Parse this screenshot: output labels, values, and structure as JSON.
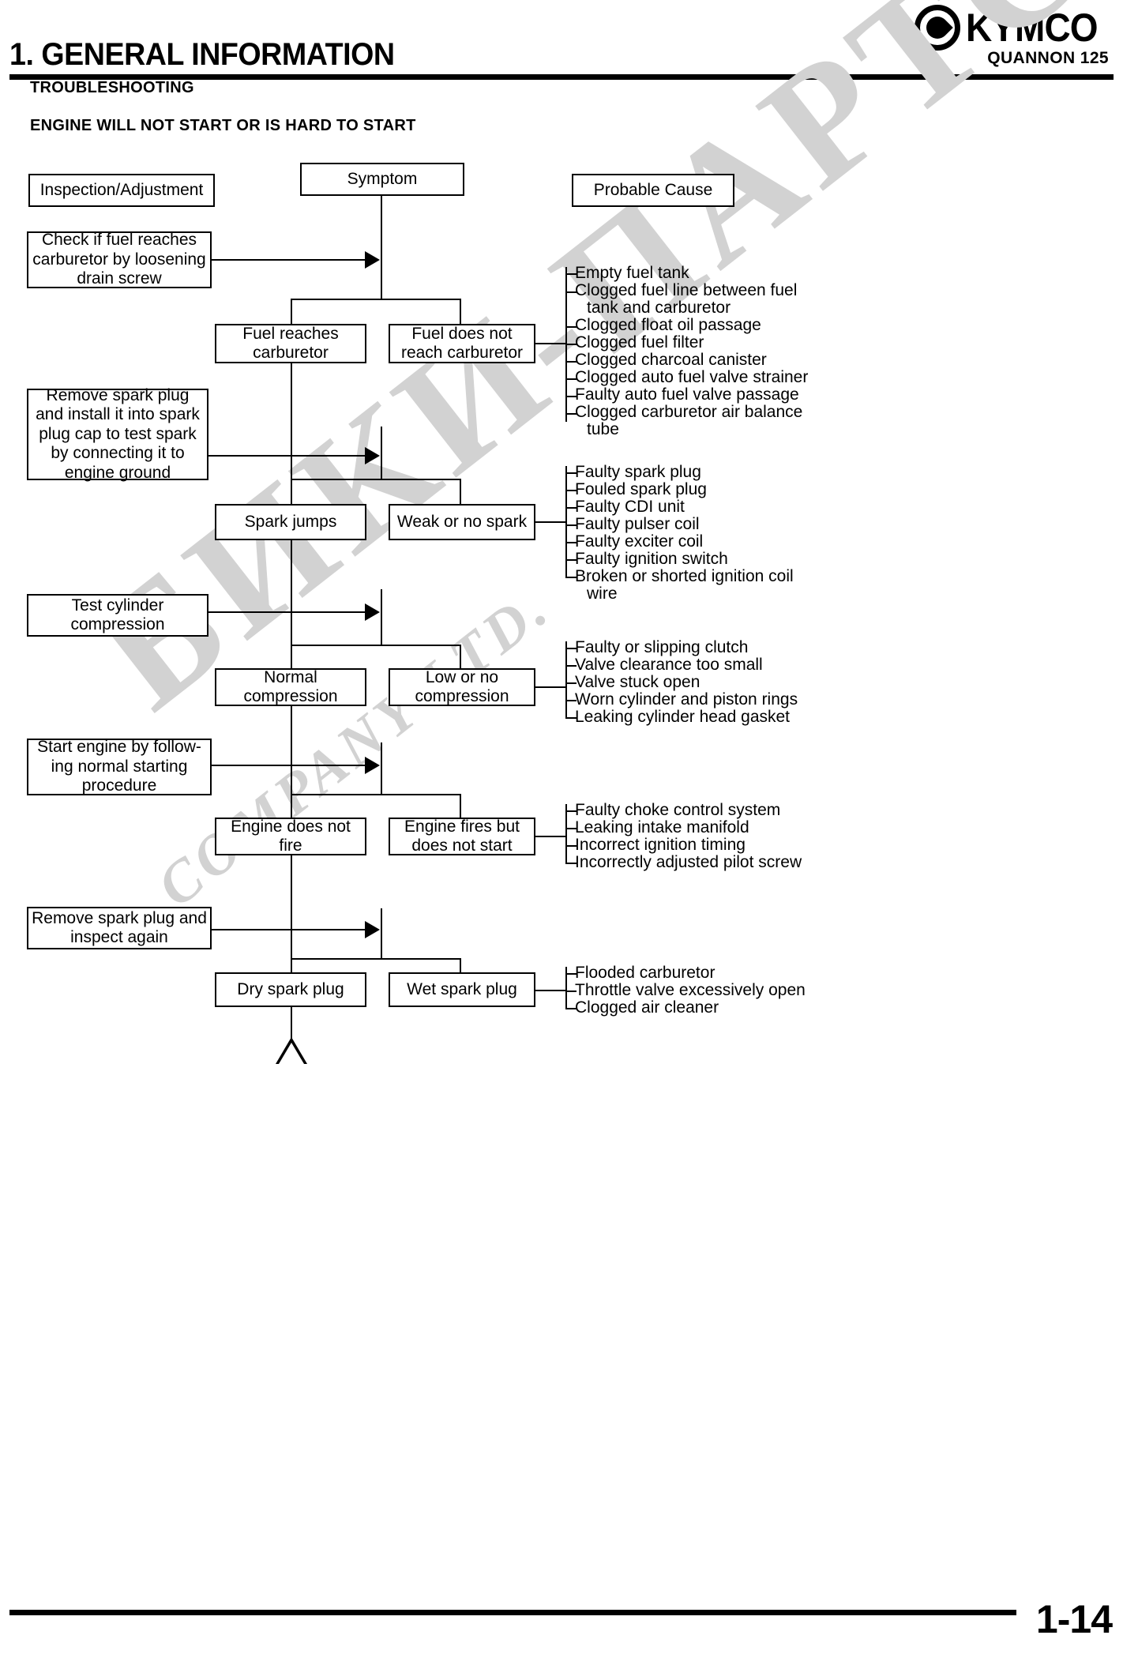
{
  "header": {
    "chapter_title": "1. GENERAL INFORMATION",
    "model_name": "QUANNON 125",
    "brand": "KYMCO",
    "section_label": "TROUBLESHOOTING",
    "flow_title": "ENGINE WILL NOT START OR IS HARD TO START"
  },
  "watermark": {
    "main": "БИКИ-ПАРТС",
    "sub": "COMPANY LTD."
  },
  "column_headers": {
    "inspection": "Inspection/Adjustment",
    "symptom": "Symptom",
    "probable_cause": "Probable Cause"
  },
  "flow": {
    "steps": [
      {
        "inspection": "Check if fuel reaches carburetor by loosening drain screw",
        "ok_branch": "Fuel reaches carburetor",
        "fail_branch": "Fuel does not reach carburetor",
        "causes": [
          "Empty fuel tank",
          "Clogged fuel line between fuel tank and carburetor",
          "Clogged float oil passage",
          "Clogged fuel filter",
          "Clogged charcoal canister",
          "Clogged auto fuel valve strainer",
          "Faulty auto fuel valve passage",
          "Clogged carburetor air balance tube"
        ]
      },
      {
        "inspection": "Remove spark plug and install it into spark plug cap to test spark by connecting it to engine ground",
        "ok_branch": "Spark jumps",
        "fail_branch": "Weak or no spark",
        "causes": [
          "Faulty spark plug",
          "Fouled spark plug",
          "Faulty CDI unit",
          "Faulty pulser coil",
          "Faulty exciter coil",
          "Faulty ignition switch",
          "Broken or shorted ignition coil wire"
        ]
      },
      {
        "inspection": "Test cylinder compression",
        "ok_branch": "Normal compression",
        "fail_branch": "Low or no compression",
        "causes": [
          "Faulty or slipping clutch",
          "Valve clearance too small",
          "Valve stuck open",
          "Worn cylinder and piston rings",
          "Leaking cylinder head gasket"
        ]
      },
      {
        "inspection": "Start engine by follow-ing normal starting procedure",
        "ok_branch": "Engine does not fire",
        "fail_branch": "Engine fires but does not start",
        "causes": [
          "Faulty choke control system",
          "Leaking intake manifold",
          "Incorrect ignition timing",
          "Incorrectly adjusted pilot screw"
        ]
      },
      {
        "inspection": "Remove spark plug and inspect again",
        "ok_branch": "Dry spark plug",
        "fail_branch": "Wet spark plug",
        "causes": [
          "Flooded carburetor",
          "Throttle valve excessively open",
          "Clogged air cleaner"
        ]
      }
    ]
  },
  "footer": {
    "page_number": "1-14"
  }
}
